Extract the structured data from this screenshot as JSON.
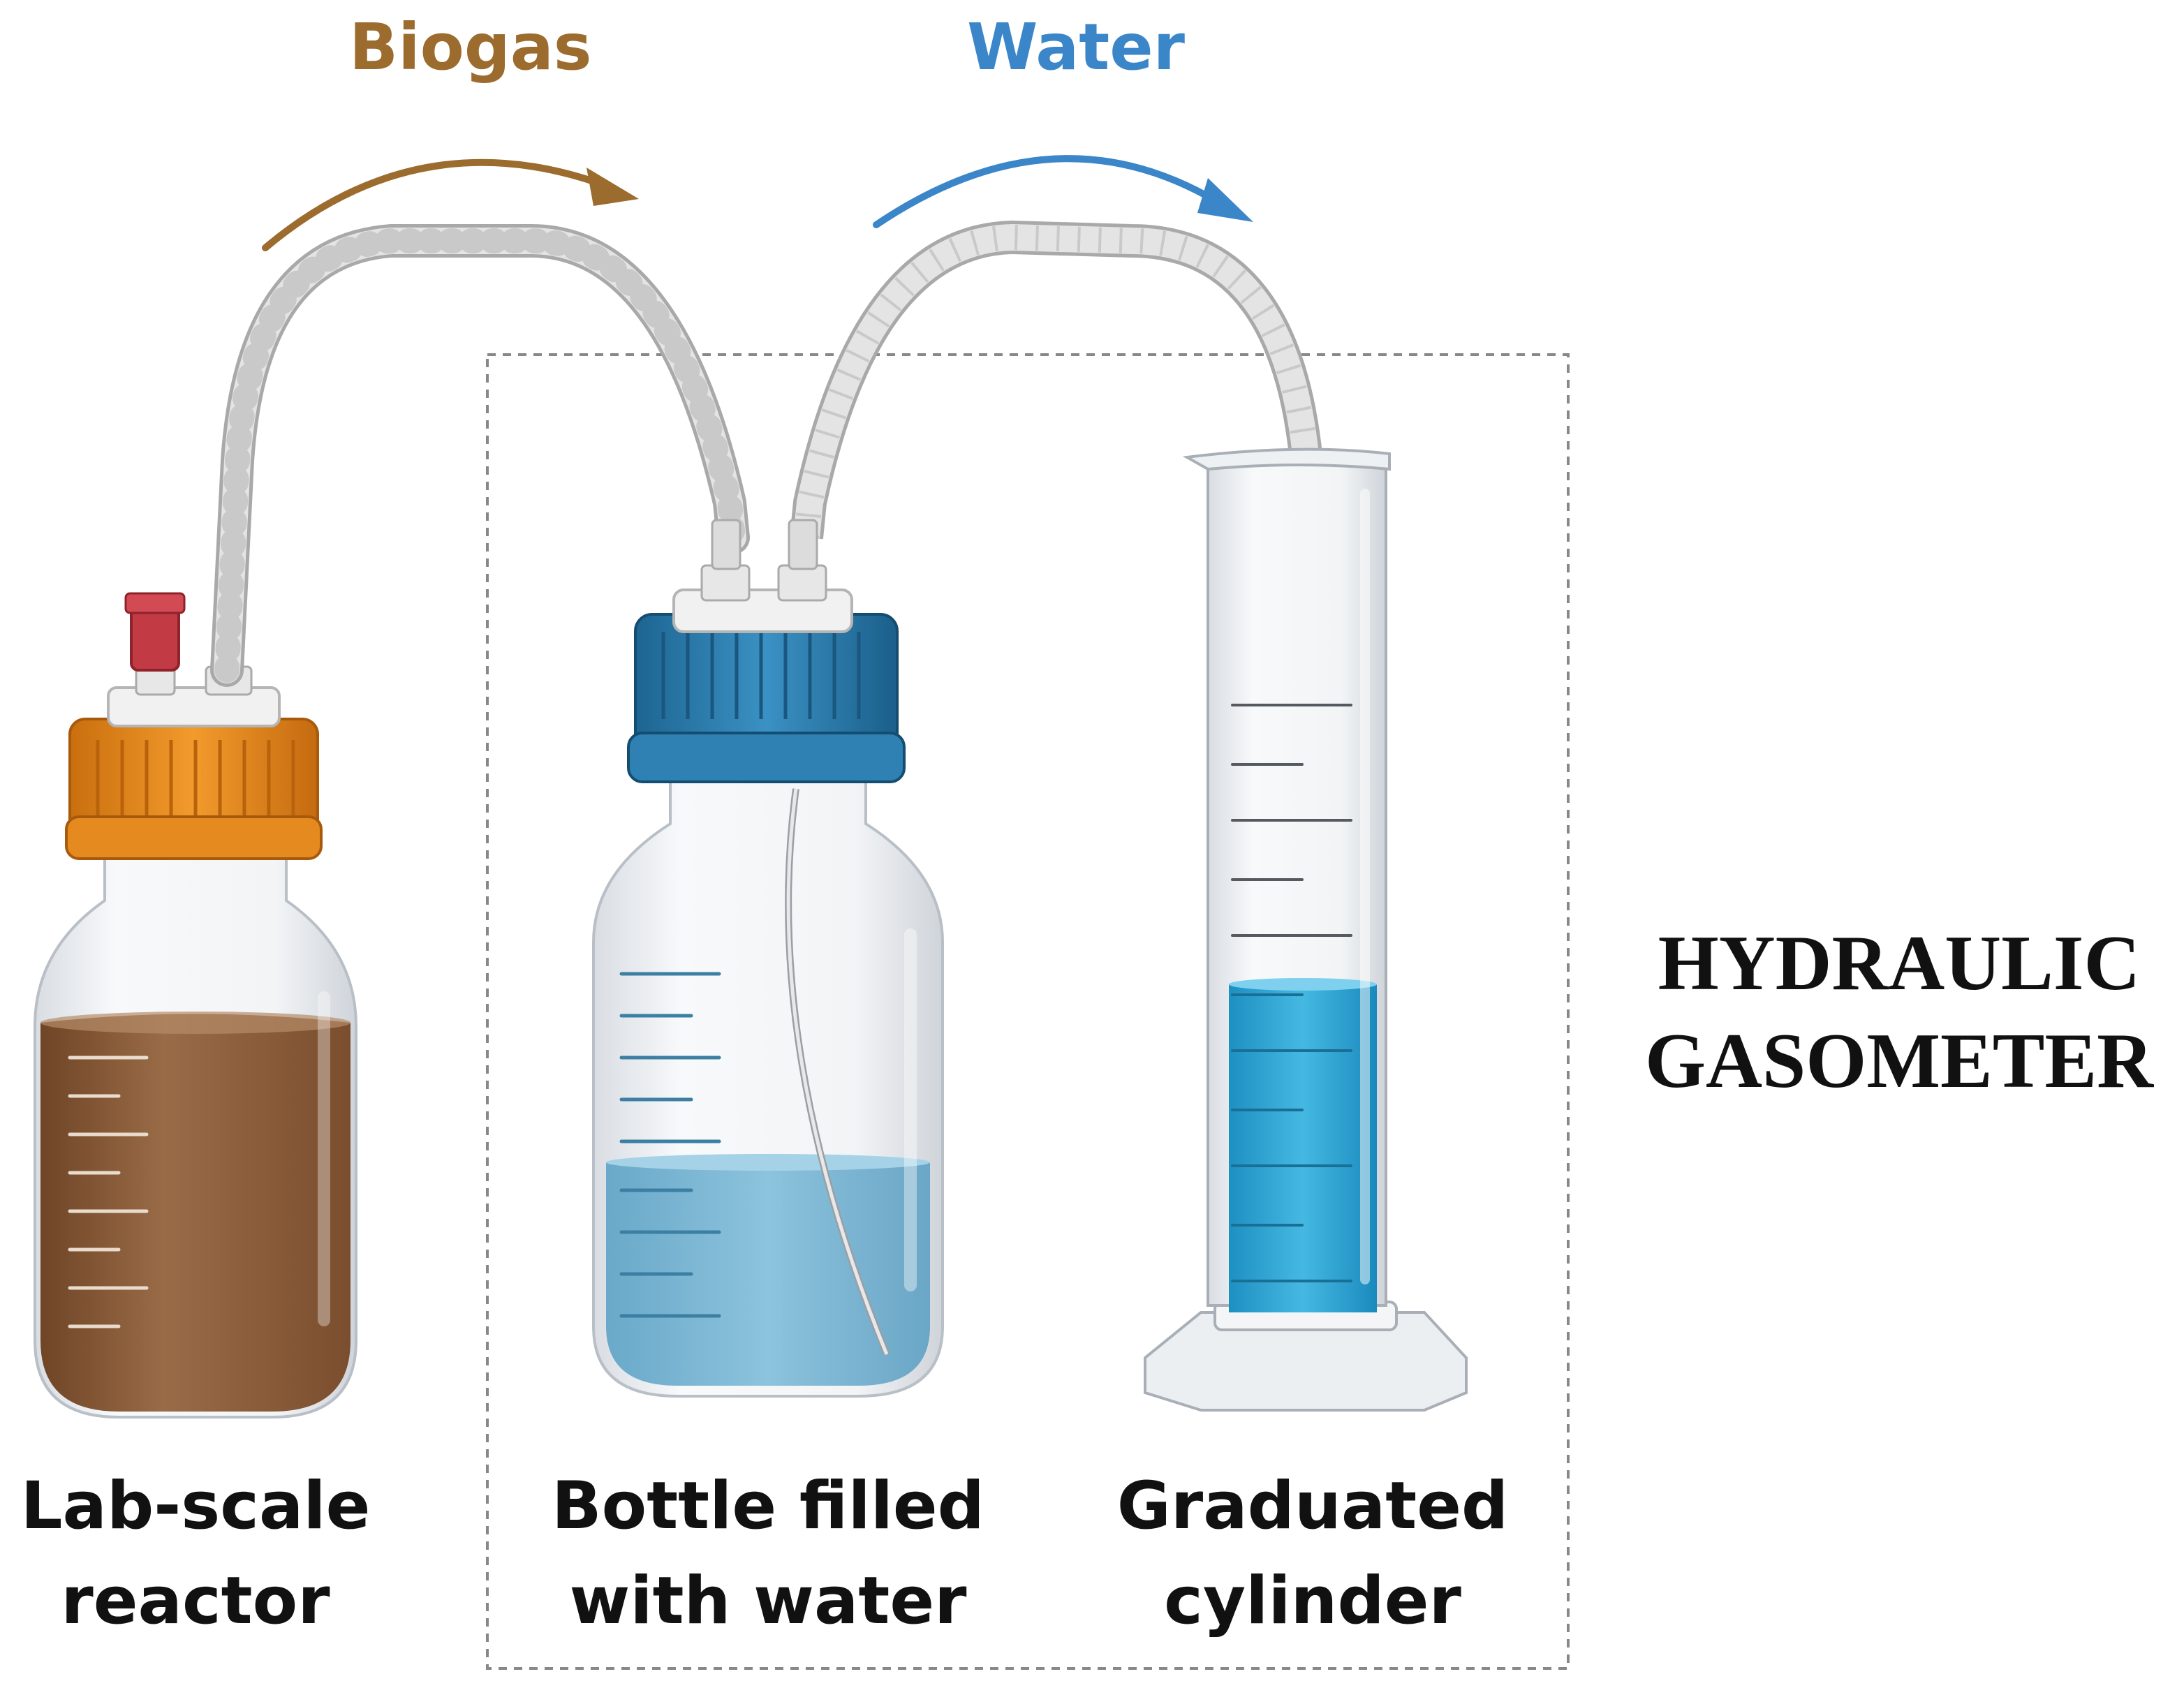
{
  "flow_labels": {
    "biogas": "Biogas",
    "water": "Water"
  },
  "components": {
    "reactor": {
      "line1": "Lab-scale",
      "line2": "reactor"
    },
    "bottle": {
      "line1": "Bottle filled",
      "line2": "with water"
    },
    "cylinder": {
      "line1": "Graduated",
      "line2": "cylinder"
    }
  },
  "system_title": {
    "line1": "HYDRAULIC",
    "line2": "GASOMETER"
  },
  "colors": {
    "biogas_arrow": "#9C6B2E",
    "water_arrow": "#3A86C8",
    "reactor_liquid": "#8B5E3C",
    "reactor_cap": "#E08A1E",
    "bottle_cap": "#2E7FB0",
    "bottle_water": "#79B6D6",
    "cylinder_water": "#2EA8D8",
    "tube": "#DADADA",
    "dashed_box": "#888888"
  }
}
